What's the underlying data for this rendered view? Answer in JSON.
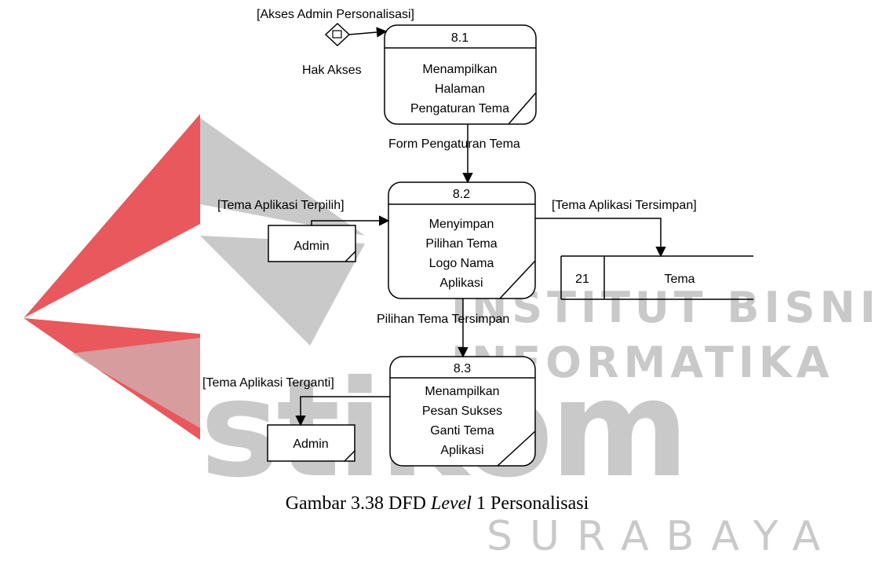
{
  "watermark": {
    "line1": "INSTITUT BISNIS",
    "line2": "INFORMATIKA",
    "brand": "stikom",
    "city": "SURABAYA",
    "colors": {
      "logo_red": "#e8585c",
      "logo_gray": "#c9c9c9"
    }
  },
  "diagram": {
    "processes": [
      {
        "id": "8.1",
        "lines": [
          "Menampilkan",
          "Halaman",
          "Pengaturan Tema"
        ]
      },
      {
        "id": "8.2",
        "lines": [
          "Menyimpan",
          "Pilihan Tema",
          "Logo Nama",
          "Aplikasi"
        ]
      },
      {
        "id": "8.3",
        "lines": [
          "Menampilkan",
          "Pesan Sukses",
          "Ganti Tema",
          "Aplikasi"
        ]
      }
    ],
    "entities": [
      {
        "label": "Admin"
      },
      {
        "label": "Admin"
      }
    ],
    "datastore": {
      "number": "21",
      "name": "Tema"
    },
    "flows": {
      "akses_admin": "[Akses Admin Personalisasi]",
      "form_pengaturan": "Form Pengaturan Tema",
      "tema_terpilih": "[Tema Aplikasi Terpilih]",
      "tema_tersimpan": "[Tema Aplikasi Tersimpan]",
      "pilihan_tersimpan": "Pilihan Tema Tersimpan",
      "tema_terganti": "[Tema Aplikasi Terganti]"
    },
    "decision_label": "Hak Akses"
  },
  "caption": {
    "prefix": "Gambar 3.38 DFD ",
    "italic": "Level",
    "suffix": " 1 Personalisasi"
  }
}
